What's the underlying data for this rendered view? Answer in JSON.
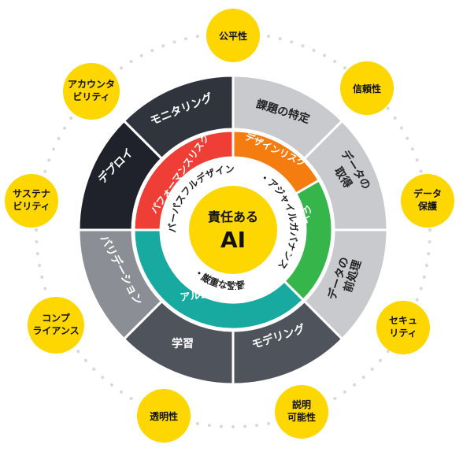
{
  "colors": {
    "yellow": "#ffd700",
    "dots": "#d9d9d9",
    "ring_light": "#c9cacd",
    "ring_mid": "#8b8e94",
    "ring_dark": "#4f535b",
    "ring_darker": "#30343c",
    "ring_black": "#1f222a",
    "risk_red": "#ee3e36",
    "risk_orange": "#f57c0f",
    "risk_green": "#35b54a",
    "risk_teal": "#18aaa1"
  },
  "center": {
    "line1": "責任ある",
    "line2": "AI"
  },
  "principles": {
    "p1": "・パーパスフルデザイン",
    "p2": "・アジャイルガバナンス",
    "p3": "・厳重な監督"
  },
  "risks": {
    "performance": "パフォーマンスリスク",
    "design": "デザインリスク",
    "data": "データリスク",
    "algorithm": "アルゴリズムリスク"
  },
  "lifecycle": {
    "monitoring": "モニタリング",
    "problem": "課題の特定",
    "acquisition_1": "データの",
    "acquisition_2": "取得",
    "preprocess_1": "データの",
    "preprocess_2": "前処理",
    "modeling": "モデリング",
    "learning": "学習",
    "validation": "バリデーション",
    "deploy": "デプロイ"
  },
  "values": {
    "fairness": "公平性",
    "reliability": "信頼性",
    "data_protection_1": "データ",
    "data_protection_2": "保護",
    "security_1": "セキュ",
    "security_2": "リティ",
    "explainability_1": "説明",
    "explainability_2": "可能性",
    "transparency": "透明性",
    "compliance_1": "コンプ",
    "compliance_2": "ライアンス",
    "sustainability_1": "サステナ",
    "sustainability_2": "ビリティ",
    "accountability_1": "アカウンタ",
    "accountability_2": "ビリティ"
  }
}
